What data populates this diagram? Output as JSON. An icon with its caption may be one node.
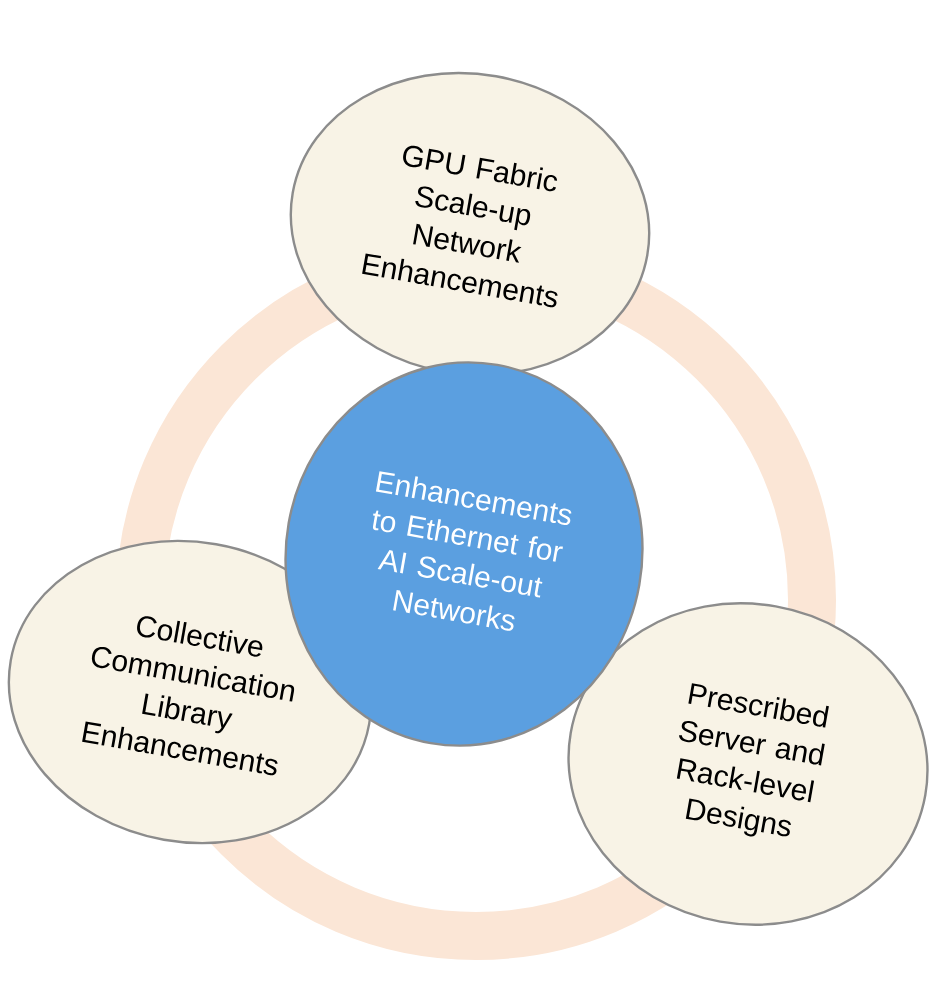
{
  "diagram": {
    "nodes": [
      {
        "text": [
          "GPU Fabric Scale-up Network Enhancements"
        ]
      },
      {
        "text": [
          "Enhancements to Ethernet for AI Scale-out Networks"
        ]
      },
      {
        "text": [
          "Collective Communication Library Enhancements"
        ]
      },
      {
        "text": [
          "Prescribed Server and Rack-level Designs"
        ]
      }
    ]
  }
}
